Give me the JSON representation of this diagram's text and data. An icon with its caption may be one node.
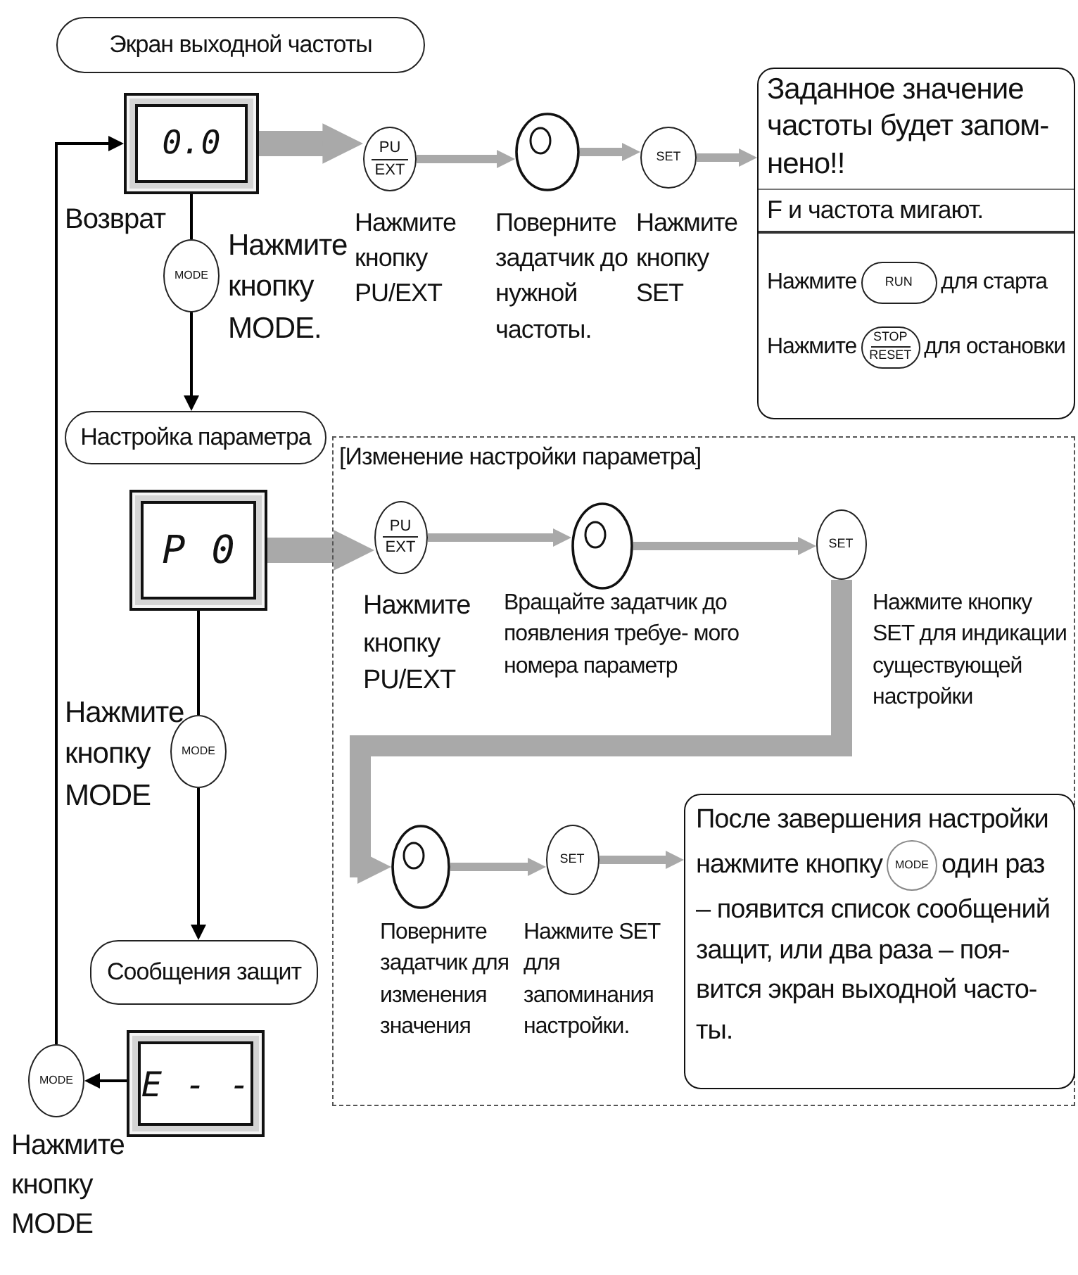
{
  "diagram": {
    "nodes": [
      {
        "text": [
          "Экран выходной частоты"
        ]
      },
      {
        "text": [
          "0.0"
        ]
      },
      {
        "text": [
          "PU",
          "EXT"
        ],
        "beside": [
          "Нажмите кнопку PU/EXT"
        ]
      },
      {
        "text": [],
        "shape": "circle",
        "beside": [
          "Поверните задатчик до нужной частоты."
        ]
      },
      {
        "text": [
          "SET"
        ],
        "beside": [
          "Нажмите кнопку SET"
        ]
      },
      {
        "text": [
          "Заданное значение частоты будет запом- нено!!",
          "F и частота мигают.",
          "Нажмите",
          "для старта",
          "Нажмите",
          "для остановки"
        ]
      },
      {
        "text": [
          "RUN"
        ],
        "in": 5
      },
      {
        "text": [
          "STOP",
          "RESET"
        ],
        "in": 5
      },
      {
        "text": [
          "MODE"
        ],
        "beside": [
          "Нажмите кнопку MODE."
        ]
      },
      {
        "text": [
          "Настройка параметра"
        ]
      },
      {
        "text": [
          "[Изменение настройки параметра]"
        ]
      },
      {
        "text": [
          "P 0"
        ]
      },
      {
        "text": [
          "PU",
          "EXT"
        ],
        "in": 10,
        "beside": [
          "Нажмите кнопку PU/EXT"
        ]
      },
      {
        "text": [],
        "shape": "circle",
        "in": 10,
        "beside": [
          "Вращайте задатчик до появления требуе- мого номера параметр"
        ]
      },
      {
        "text": [
          "SET"
        ],
        "in": 10,
        "beside": [
          "Нажмите кнопку SET для индикации существующей настройки"
        ]
      },
      {
        "text": [],
        "shape": "circle",
        "in": 10,
        "beside": [
          "Поверните задатчик для изменения значения"
        ]
      },
      {
        "text": [
          "SET"
        ],
        "in": 10,
        "beside": [
          "Нажмите SET для запоминания настройки."
        ]
      },
      {
        "text": [
          "После завершения настройки нажмите кнопку",
          "один раз – появится список сообщений защит, или два раза – поя- вится экран выходной часто- ты."
        ],
        "in": 10
      },
      {
        "text": [
          "MODE"
        ],
        "in": 17
      },
      {
        "text": [
          "MODE"
        ],
        "beside": [
          "Нажмите кнопку MODE"
        ]
      },
      {
        "text": [
          "Сообщения защит"
        ]
      },
      {
        "text": [
          "E - -"
        ]
      },
      {
        "text": [
          "MODE"
        ],
        "beside": [
          "Нажмите кнопку MODE"
        ]
      }
    ],
    "edges": [
      {
        "from": 1,
        "to": 2,
        "arrow": "to",
        "style": "thick"
      },
      {
        "from": 2,
        "to": 3,
        "arrow": "to"
      },
      {
        "from": 3,
        "to": 4,
        "arrow": "to"
      },
      {
        "from": 4,
        "to": 5,
        "arrow": "to"
      },
      {
        "from": 1,
        "to": 8,
        "arrow": "none",
        "color": "#000000"
      },
      {
        "from": 8,
        "to": 9,
        "arrow": "to",
        "color": "#000000"
      },
      {
        "from": 21,
        "to": 22,
        "arrow": "to",
        "color": "#000000"
      },
      {
        "from": 22,
        "to": 1,
        "arrow": "to",
        "color": "#000000"
      },
      {
        "from": 11,
        "to": 12,
        "arrow": "to",
        "style": "thick"
      },
      {
        "from": 12,
        "to": 13,
        "arrow": "to"
      },
      {
        "from": 13,
        "to": 14,
        "arrow": "to"
      },
      {
        "from": 14,
        "to": 15,
        "arrow": "to",
        "style": "thick"
      },
      {
        "from": 15,
        "to": 16,
        "arrow": "to"
      },
      {
        "from": 16,
        "to": 17,
        "arrow": "to"
      },
      {
        "from": 11,
        "to": 19,
        "arrow": "none",
        "color": "#000000"
      },
      {
        "from": 19,
        "to": 20,
        "arrow": "to",
        "color": "#000000"
      }
    ],
    "labels": [
      "Возврат"
    ]
  }
}
